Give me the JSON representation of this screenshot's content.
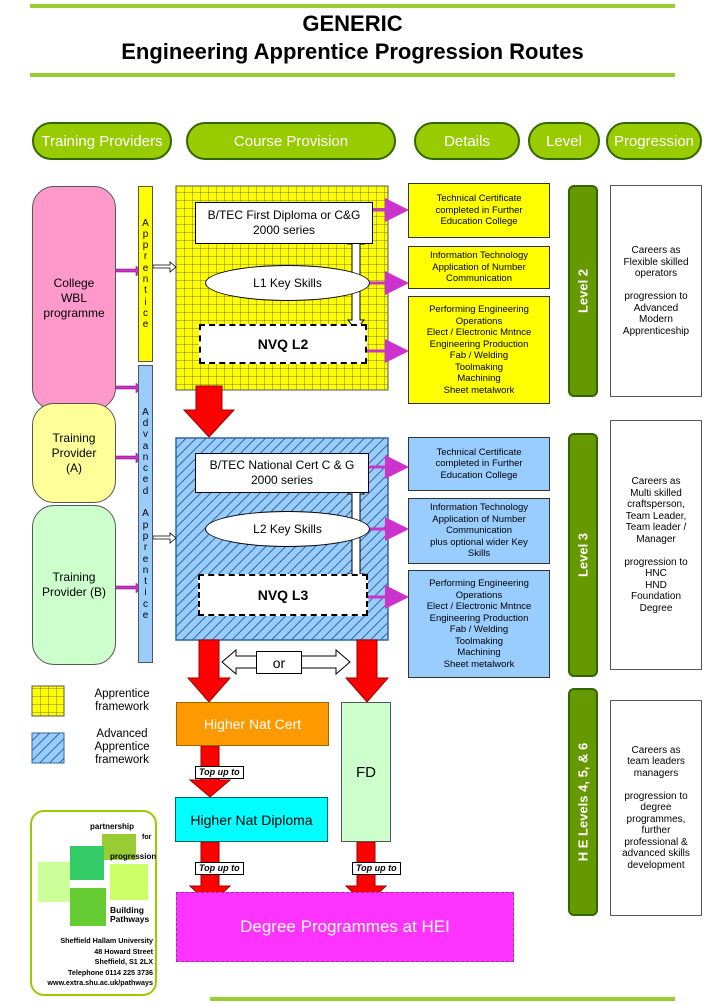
{
  "title": {
    "line1": "GENERIC",
    "line2": "Engineering Apprentice Progression Routes"
  },
  "headers": {
    "training_providers": "Training Providers",
    "course_provision": "Course Provision",
    "details": "Details",
    "level": "Level",
    "progression": "Progression"
  },
  "providers": {
    "college": [
      "College",
      "WBL",
      "programme"
    ],
    "provider_a": [
      "Training",
      "Provider",
      "(A)"
    ],
    "provider_b": [
      "Training",
      "Provider (B)"
    ]
  },
  "bars": {
    "apprentice_letters": [
      "A",
      "p",
      "p",
      "r",
      "e",
      "n",
      "t",
      "i",
      "c",
      "e"
    ],
    "advanced_letters": [
      "A",
      "d",
      "v",
      "a",
      "n",
      "c",
      "e",
      "d",
      "",
      "A",
      "p",
      "p",
      "r",
      "e",
      "n",
      "t",
      "i",
      "c",
      "e"
    ]
  },
  "level2": {
    "btec": "B/TEC First Diploma or C&G 2000 series",
    "key_skills": "L1 Key Skills",
    "nvq": "NVQ L2"
  },
  "level3": {
    "btec": "B/TEC National Cert C & G 2000 series",
    "key_skills": "L2 Key Skills",
    "nvq": "NVQ L3"
  },
  "details": {
    "d1": [
      "Technical Certificate",
      "completed in Further",
      "Education College"
    ],
    "d2": [
      "Information Technology",
      "Application of Number",
      "Communication"
    ],
    "d3": [
      "Performing Engineering",
      "Operations",
      "Elect / Electronic Mntnce",
      "Engineering Production",
      "Fab / Welding",
      "Toolmaking",
      "Machining",
      "Sheet metalwork"
    ],
    "d4": [
      "Technical Certificate",
      "completed in Further",
      "Education College"
    ],
    "d5": [
      "Information Technology",
      "Application of Number",
      "Communication",
      "plus optional wider Key",
      "Skills"
    ],
    "d6": [
      "Performing Engineering",
      "Operations",
      "Elect / Electronic Mntnce",
      "Engineering Production",
      "Fab / Welding",
      "Toolmaking",
      "Machining",
      "Sheet metalwork"
    ]
  },
  "levels": {
    "l2": "Level 2",
    "l3": "Level 3",
    "he": "H E Levels 4, 5, & 6"
  },
  "progression": {
    "p1": [
      "Careers as",
      "Flexible skilled",
      "operators",
      "",
      "progression to",
      "Advanced",
      "Modern",
      "Apprenticeship"
    ],
    "p2": [
      "Careers as",
      "Multi skilled",
      "craftsperson,",
      "Team Leader,",
      "Team leader /",
      "Manager",
      "",
      "progression to",
      "HNC",
      "HND",
      "Foundation",
      "Degree"
    ],
    "p3": [
      "Careers as",
      "team leaders",
      "managers",
      "",
      "progression to",
      "degree",
      "programmes,",
      "further",
      "professional &",
      "advanced skills",
      "development"
    ]
  },
  "legend": {
    "apprentice": [
      "Apprentice",
      "framework"
    ],
    "advanced": [
      "Advanced",
      "Apprentice",
      "framework"
    ]
  },
  "he": {
    "or": "or",
    "hnc": "Higher Nat Cert",
    "fd": "FD",
    "hnd": "Higher Nat Diploma",
    "topup": "Top up to",
    "degree": "Degree Programmes at HEI"
  },
  "logo": {
    "partnership": "partnership",
    "for": "for",
    "progression": "progression",
    "building": "Building",
    "pathways": "Pathways",
    "address": [
      "Sheffield Hallam University",
      "48 Howard Street",
      "Sheffield, S1 2LX",
      "Telephone 0114 225 3736",
      "www.extra.shu.ac.uk/pathways"
    ]
  },
  "colors": {
    "green": "#99cc00",
    "yellow": "#ffff00",
    "blue": "#99ccff",
    "pink": "#ff99cc",
    "orange": "#ff9900",
    "cyan": "#00ffff",
    "magenta": "#ff33ff",
    "red": "#ff0000"
  }
}
